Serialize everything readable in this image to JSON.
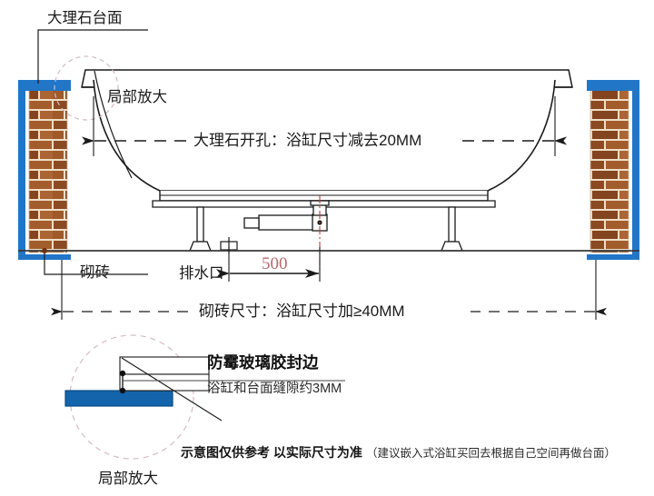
{
  "diagram": {
    "title_alt": "嵌入式浴缸安装示意图",
    "labels": {
      "marble_top": "大理石台面",
      "detail_top": "局部放大",
      "marble_opening": "大理石开孔：浴缸尺寸减去20MM",
      "brickwork": "砌砖",
      "drain_outlet": "排水口",
      "drain_distance": "500",
      "brick_size": "砌砖尺寸：浴缸尺寸加≥40MM",
      "detail_bottom": "局部放大",
      "sealant_title": "防霉玻璃胶封边",
      "sealant_note": "浴缸和台面缝隙约3MM",
      "footer_bold": "示意图仅供参考 以实际尺寸为准",
      "footer_note": "（建议嵌入式浴缸买回去根据自己空间再做台面）"
    },
    "colors": {
      "frame_blue": "#2176c7",
      "brick_dark": "#7a3d1c",
      "brick_mid": "#9a5228",
      "brick_light": "#b8703a",
      "mortar": "#f0dfc6",
      "line": "#1a1a1a",
      "dim_red": "#b4686c",
      "detail_circle": "#d8c2cc",
      "slab_blue": "#1464ac"
    }
  }
}
